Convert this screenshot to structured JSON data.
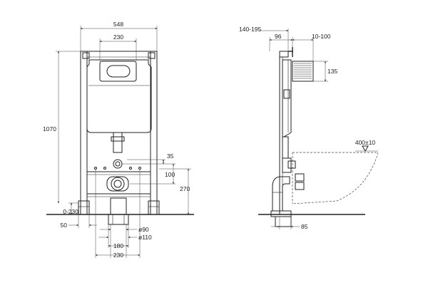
{
  "front_view": {
    "dims": {
      "frame_width": "548",
      "plate_width": "230",
      "height": "1070",
      "offset_top_inlet": "35",
      "offset_inlet_drain": "100",
      "drain_height": "270",
      "floor_adjust": "0-230",
      "foot_offset": "50",
      "drain_d90": "ø90",
      "drain_d110": "ø110",
      "stud_spacing": "180",
      "bottom_width": "230"
    }
  },
  "side_view": {
    "dims": {
      "depth_range": "140-195",
      "plate_depth": "96",
      "plate_offset": "10-100",
      "plate_height": "135",
      "bowl_height": "400±10",
      "drain_offset": "85"
    }
  },
  "colors": {
    "line": "#222222",
    "dimension": "#444444",
    "background": "#ffffff"
  }
}
